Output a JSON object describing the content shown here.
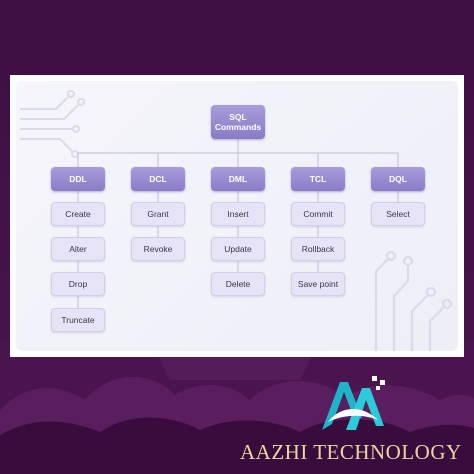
{
  "diagram": {
    "root": "SQL\nCommands",
    "categories": [
      {
        "name": "DDL",
        "commands": [
          "Create",
          "Alter",
          "Drop",
          "Truncate"
        ]
      },
      {
        "name": "DCL",
        "commands": [
          "Grant",
          "Revoke"
        ]
      },
      {
        "name": "DML",
        "commands": [
          "Insert",
          "Update",
          "Delete"
        ]
      },
      {
        "name": "TCL",
        "commands": [
          "Commit",
          "Rollback",
          "Save point"
        ]
      },
      {
        "name": "DQL",
        "commands": [
          "Select"
        ]
      }
    ]
  },
  "brand": {
    "name": "AAZHI TECHNOLOGY",
    "logo_icon": "aazhi-logo-icon"
  },
  "colors": {
    "background": "#3d0f42",
    "header_node": "#8f82cc",
    "leaf_node": "#e6e3f6",
    "brand_text": "#e8d7a0",
    "logo_teal": "#1fb5c9"
  }
}
